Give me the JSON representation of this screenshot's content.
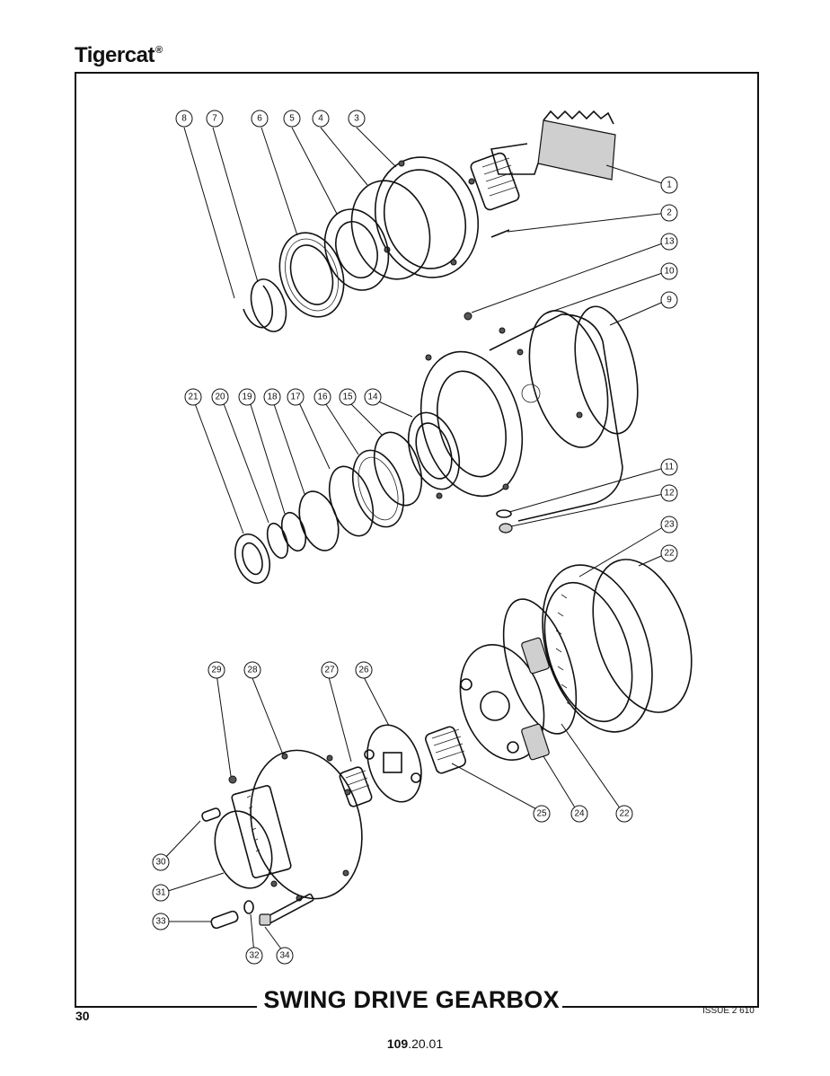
{
  "header": {
    "brand": "Tigercat",
    "brand_mark": "®"
  },
  "footer": {
    "title": "SWING DRIVE GEARBOX",
    "page_number": "30",
    "issue": "ISSUE 2 610",
    "doc_code_bold": "109",
    "doc_code_rest": ".20.01"
  },
  "callouts": [
    "1",
    "2",
    "3",
    "4",
    "5",
    "6",
    "7",
    "8",
    "9",
    "10",
    "11",
    "12",
    "13",
    "14",
    "15",
    "16",
    "17",
    "18",
    "19",
    "20",
    "21",
    "22",
    "23",
    "24",
    "25",
    "26",
    "27",
    "28",
    "29",
    "30",
    "31",
    "32",
    "33",
    "34"
  ]
}
